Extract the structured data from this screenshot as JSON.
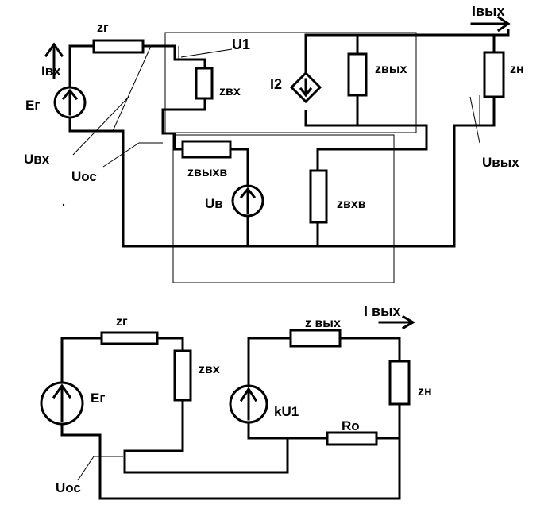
{
  "top": {
    "labels": {
      "i_in": "Iвх",
      "e_gen": "Ег",
      "z_gen": "zг",
      "u1": "U1",
      "z_in": "zвх",
      "i2": "I2",
      "z_out": "zвых",
      "i_out": "Iвых",
      "z_load": "zн",
      "u_in": "Uвх",
      "u_fb": "Uос",
      "z_out_fb": "zвыхв",
      "u_fb_src": "Uв",
      "z_in_fb": "zвхв",
      "u_out": "Uвых"
    }
  },
  "bottom": {
    "labels": {
      "z_gen": "zг",
      "z_out": "z вых",
      "i_out": "I вых",
      "z_in": "zвх",
      "e_gen": "Ег",
      "k_u1": "kU1",
      "z_load": "zн",
      "r_o": "Ro",
      "u_fb": "Uос"
    }
  }
}
